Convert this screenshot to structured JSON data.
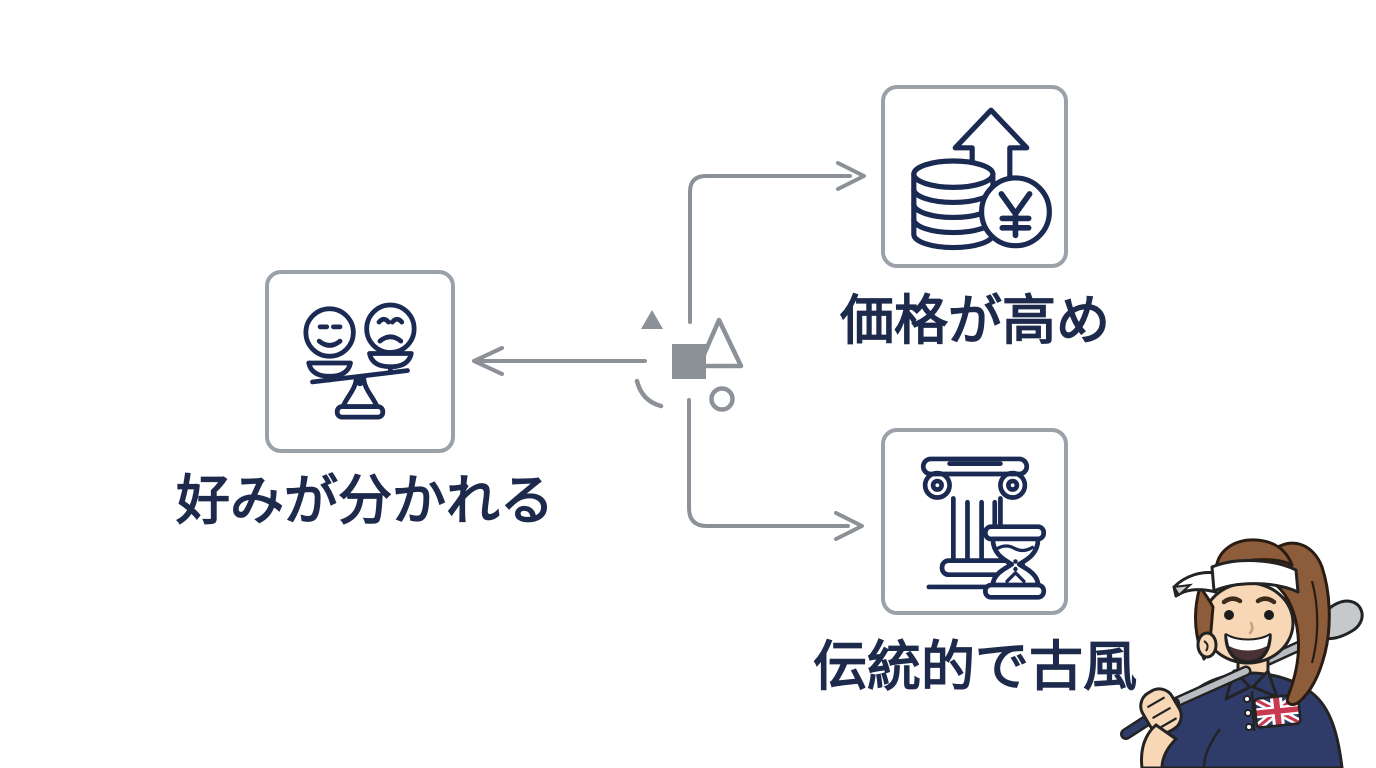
{
  "diagram": {
    "nodes": [
      {
        "id": "preference",
        "position": "left",
        "label": "好みが分かれる",
        "icon": "balance-scale-faces-icon"
      },
      {
        "id": "price",
        "position": "top-right",
        "label": "価格が高め",
        "icon": "coins-yen-rising-arrow-icon"
      },
      {
        "id": "tradition",
        "position": "bottom-right",
        "label": "伝統的で古風",
        "icon": "greek-column-hourglass-icon"
      }
    ],
    "center_icon": "scattered-shapes-icon",
    "mascot": "female-golfer-union-jack-illustration",
    "colors": {
      "label_text": "#1e2a4c",
      "icon_stroke": "#1b2a52",
      "connector_gray": "#8b9197",
      "node_border": "#9aa1a8",
      "background": "#ffffff",
      "shirt_navy": "#2f3c6a",
      "hair_brown": "#8d5d3b",
      "skin": "#f7d7b5",
      "flag_red": "#c83a50"
    }
  }
}
